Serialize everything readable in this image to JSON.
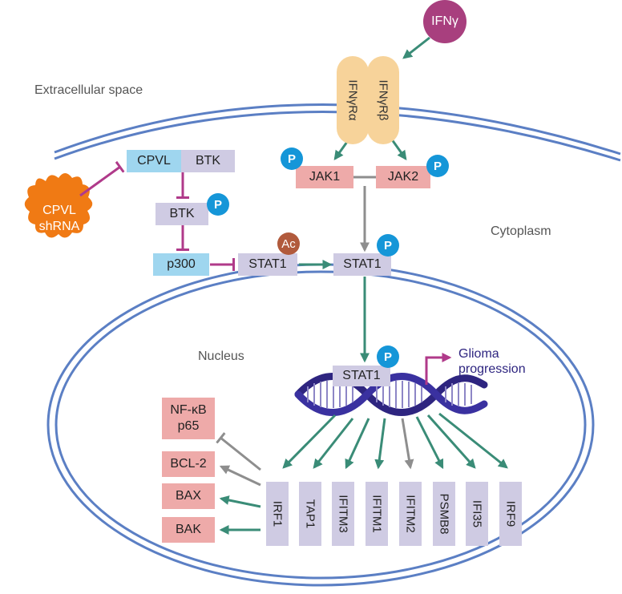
{
  "regions": {
    "extracellular": "Extracellular space",
    "cytoplasm": "Cytoplasm",
    "nucleus": "Nucleus"
  },
  "ligand": "IFNγ",
  "receptors": {
    "alpha": "IFNγRα",
    "beta": "IFNγRβ"
  },
  "phospho_label": "P",
  "acetyl_label": "Ac",
  "kinases": {
    "jak1": "JAK1",
    "jak2": "JAK2"
  },
  "shrna": {
    "line1": "CPVL",
    "line2": "shRNA"
  },
  "complex": {
    "cpvl": "CPVL",
    "btk": "BTK"
  },
  "btk": "BTK",
  "p300": "p300",
  "stat1": "STAT1",
  "outcome": {
    "line1": "Glioma",
    "line2": "progression"
  },
  "targets": [
    "IRF1",
    "TAP1",
    "IFITM3",
    "IFITM1",
    "IFITM2",
    "PSMB8",
    "IFI35",
    "IRF9"
  ],
  "apoptosis": {
    "nfkb_line1": "NF-κB",
    "nfkb_line2": "p65",
    "bcl2": "BCL-2",
    "bax": "BAX",
    "bak": "BAK"
  },
  "colors": {
    "activation": "#3a8c77",
    "inhibition": "#b03a8a",
    "neutral": "#8e8e8e",
    "membrane": "#5b7fc4",
    "dna": "#2e2580",
    "shrna": "#f07a14",
    "ligand": "#a83f7e"
  }
}
